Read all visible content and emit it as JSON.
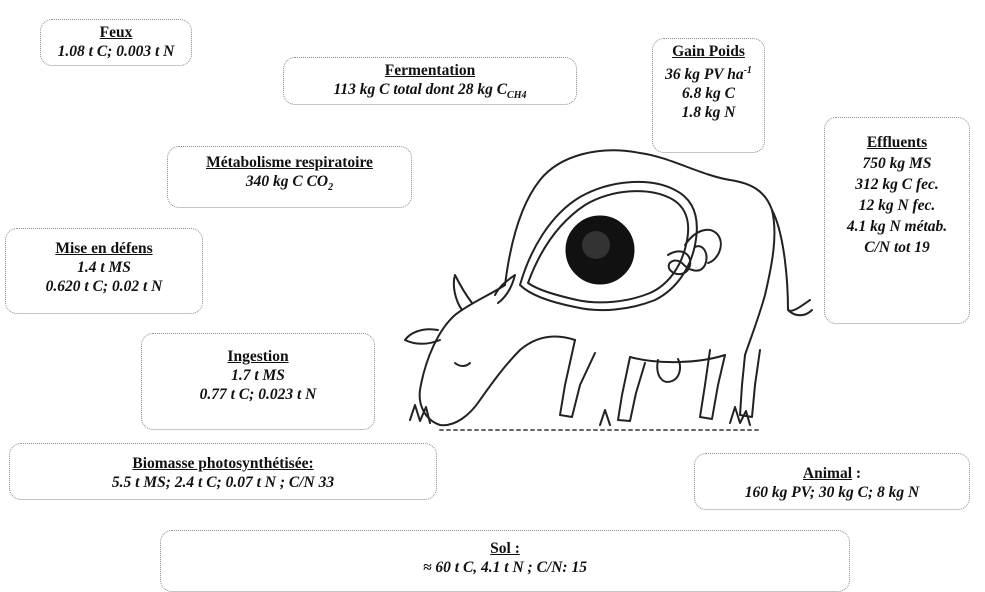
{
  "boxes": {
    "feux": {
      "title": "Feux",
      "lines": [
        "1.08 t C;  0.003 t N"
      ]
    },
    "fermentation": {
      "title": "Fermentation",
      "line1": "113 kg C total dont 28 kg C",
      "line1_sub": "CH4"
    },
    "gain_poids": {
      "title": "Gain Poids",
      "line1": "36 kg PV ha",
      "line1_sup": "-1",
      "lines": [
        "6.8 kg C",
        "1.8 kg N"
      ]
    },
    "effluents": {
      "title": "Effluents",
      "lines": [
        "750 kg MS",
        "312 kg C fec.",
        "12 kg N fec.",
        "4.1 kg N métab.",
        "C/N tot 19"
      ]
    },
    "metabolisme": {
      "title": "Métabolisme respiratoire",
      "line1": "340 kg C CO",
      "line1_sub": "2"
    },
    "mise_en_defens": {
      "title": "Mise en défens",
      "lines": [
        "1.4 t MS",
        "0.620 t C; 0.02 t N"
      ]
    },
    "ingestion": {
      "title": "Ingestion",
      "lines": [
        "1.7 t MS",
        "0.77 t C; 0.023 t N"
      ]
    },
    "biomasse": {
      "title": "Biomasse photosynthétisée:",
      "lines": [
        "5.5 t MS; 2.4 t C;   0.07 t N ; C/N 33"
      ]
    },
    "animal": {
      "title": "Animal",
      "title_suffix": " :",
      "lines": [
        "160  kg PV; 30 kg C;  8 kg N"
      ]
    },
    "sol": {
      "title": "Sol :",
      "lines": [
        "≈ 60 t C,  4.1 t N ; C/N: 15"
      ]
    }
  }
}
